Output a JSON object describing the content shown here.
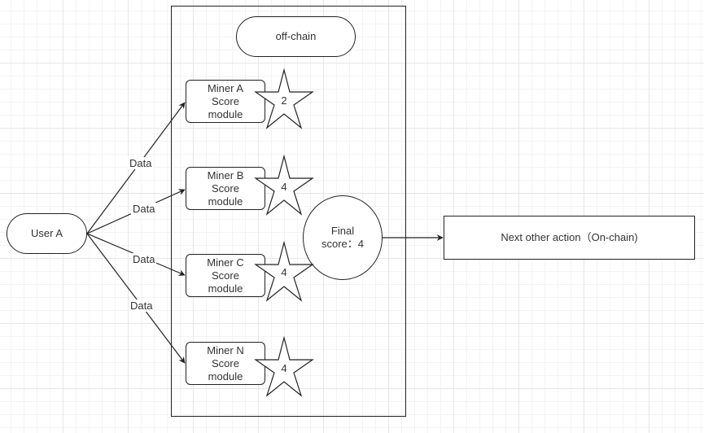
{
  "diagram": {
    "offchain_label": "off-chain",
    "user_label": "User A",
    "edge_label": "Data",
    "miners": [
      {
        "line1": "Miner A",
        "line2": "Score",
        "line3": "module",
        "score": "2"
      },
      {
        "line1": "Miner B",
        "line2": "Score",
        "line3": "module",
        "score": "4"
      },
      {
        "line1": "Miner C",
        "line2": "Score",
        "line3": "module",
        "score": "4"
      },
      {
        "line1": "Miner N",
        "line2": "Score",
        "line3": "module",
        "score": "4"
      }
    ],
    "final_line1": "Final",
    "final_line2": "score：4",
    "next_action": "Next other action（On-chain)"
  }
}
